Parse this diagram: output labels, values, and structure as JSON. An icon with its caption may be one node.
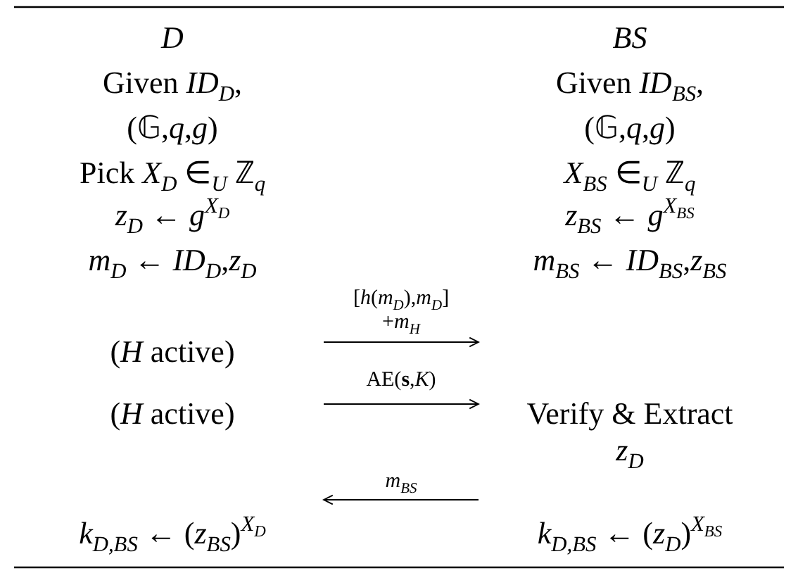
{
  "diagram": {
    "nodes": [
      {
        "text": [
          "*D*",
          "Given *ID*$_{D}$,",
          "(𝔾,*q*,*g*)",
          "Pick *X*$_{D}$ ∈$_{U}$ ℤ$_{q}$",
          "*z*$_{D}$ ← *g*$^{X}$$_{D}$",
          "*m*$_{D}$ ← *ID*$_{D}$,*z*$_{D}$",
          "(*H* active)",
          "(*H* active)",
          "*k*$_{D,BS}$ ← (*z*$_{BS}$)$^{X}$$_{D}$"
        ]
      },
      {
        "text": [
          "*BS*",
          "Given *ID*$_{BS}$,",
          "(𝔾,*q*,*g*)",
          "*X*$_{BS}$ ∈$_{U}$ ℤ$_{q}$",
          "*z*$_{BS}$ ← *g*$^{X}$$_{BS}$",
          "*m*$_{BS}$ ← *ID*$_{BS}$,*z*$_{BS}$",
          "Verify & Extract *z*$_{D}$",
          "*k*$_{D,BS}$ ← (*z*$_{D}$)$^{X}$$_{BS}$"
        ]
      }
    ],
    "edges": [
      {
        "from": 0,
        "to": 1,
        "arrow": "to",
        "label": "[*h*(*m*$_{D}$),*m*$_{D}$] +*m*$_{H}$"
      },
      {
        "from": 0,
        "to": 1,
        "arrow": "to",
        "label": "AE(**s**,*K*)"
      },
      {
        "from": 1,
        "to": 0,
        "arrow": "to",
        "label": "*m*$_{BS}$"
      }
    ]
  }
}
